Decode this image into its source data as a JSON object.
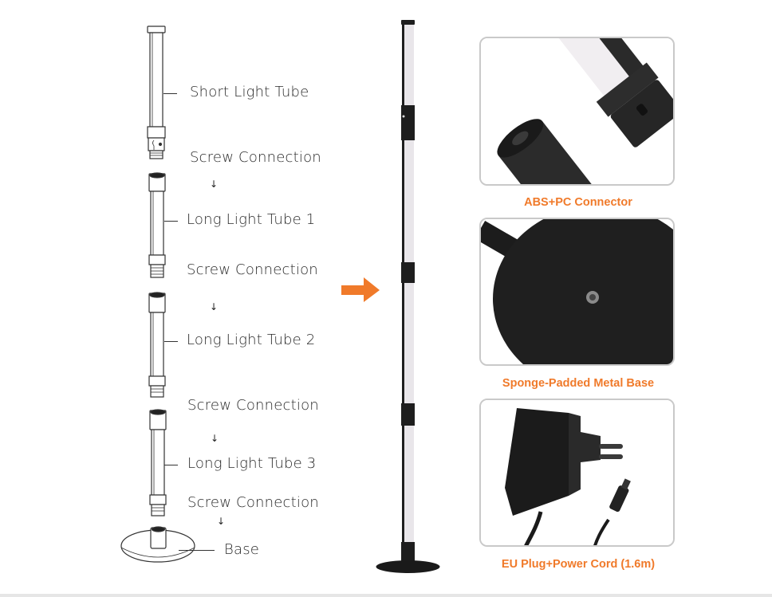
{
  "diagram": {
    "left_labels": [
      {
        "text": "Short Light Tube"
      },
      {
        "text": "Screw Connection"
      },
      {
        "text": "Long Light Tube 1"
      },
      {
        "text": "Screw Connection"
      },
      {
        "text": "Long Light Tube 2"
      },
      {
        "text": "Screw Connection"
      },
      {
        "text": "Long Light Tube 3"
      },
      {
        "text": "Screw Connection"
      },
      {
        "text": "Base"
      }
    ]
  },
  "features": [
    {
      "caption": "ABS+PC Connector"
    },
    {
      "caption": "Sponge-Padded Metal Base"
    },
    {
      "caption": "EU Plug+Power Cord (1.6m)"
    }
  ],
  "colors": {
    "accent": "#f07a2a",
    "lamp_black": "#1e1e1e",
    "tube_light": "#e9e6ea",
    "card_border": "#c9c9c9",
    "line_art": "#333333"
  }
}
